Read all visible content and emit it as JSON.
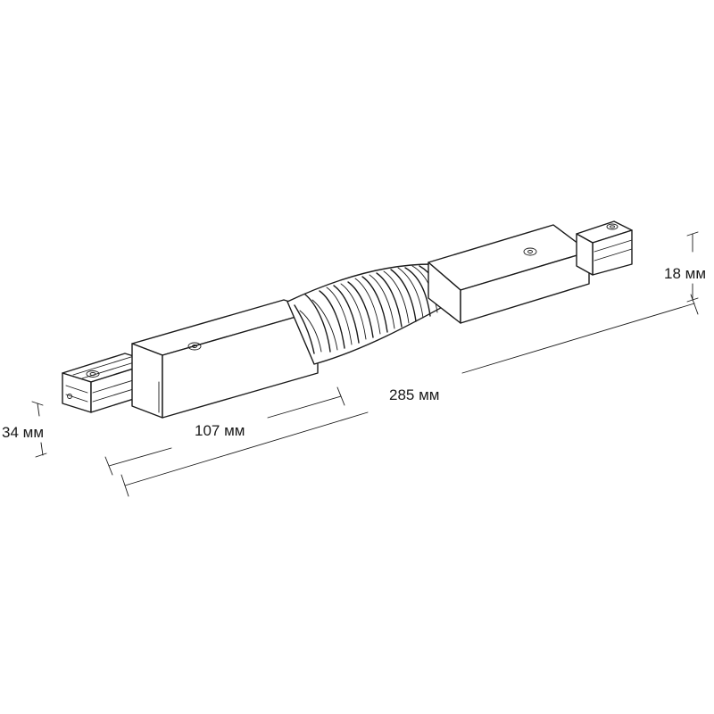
{
  "dimensions": {
    "total_length": "285 мм",
    "body_length": "107 мм",
    "width": "34 мм",
    "height": "18 мм"
  }
}
